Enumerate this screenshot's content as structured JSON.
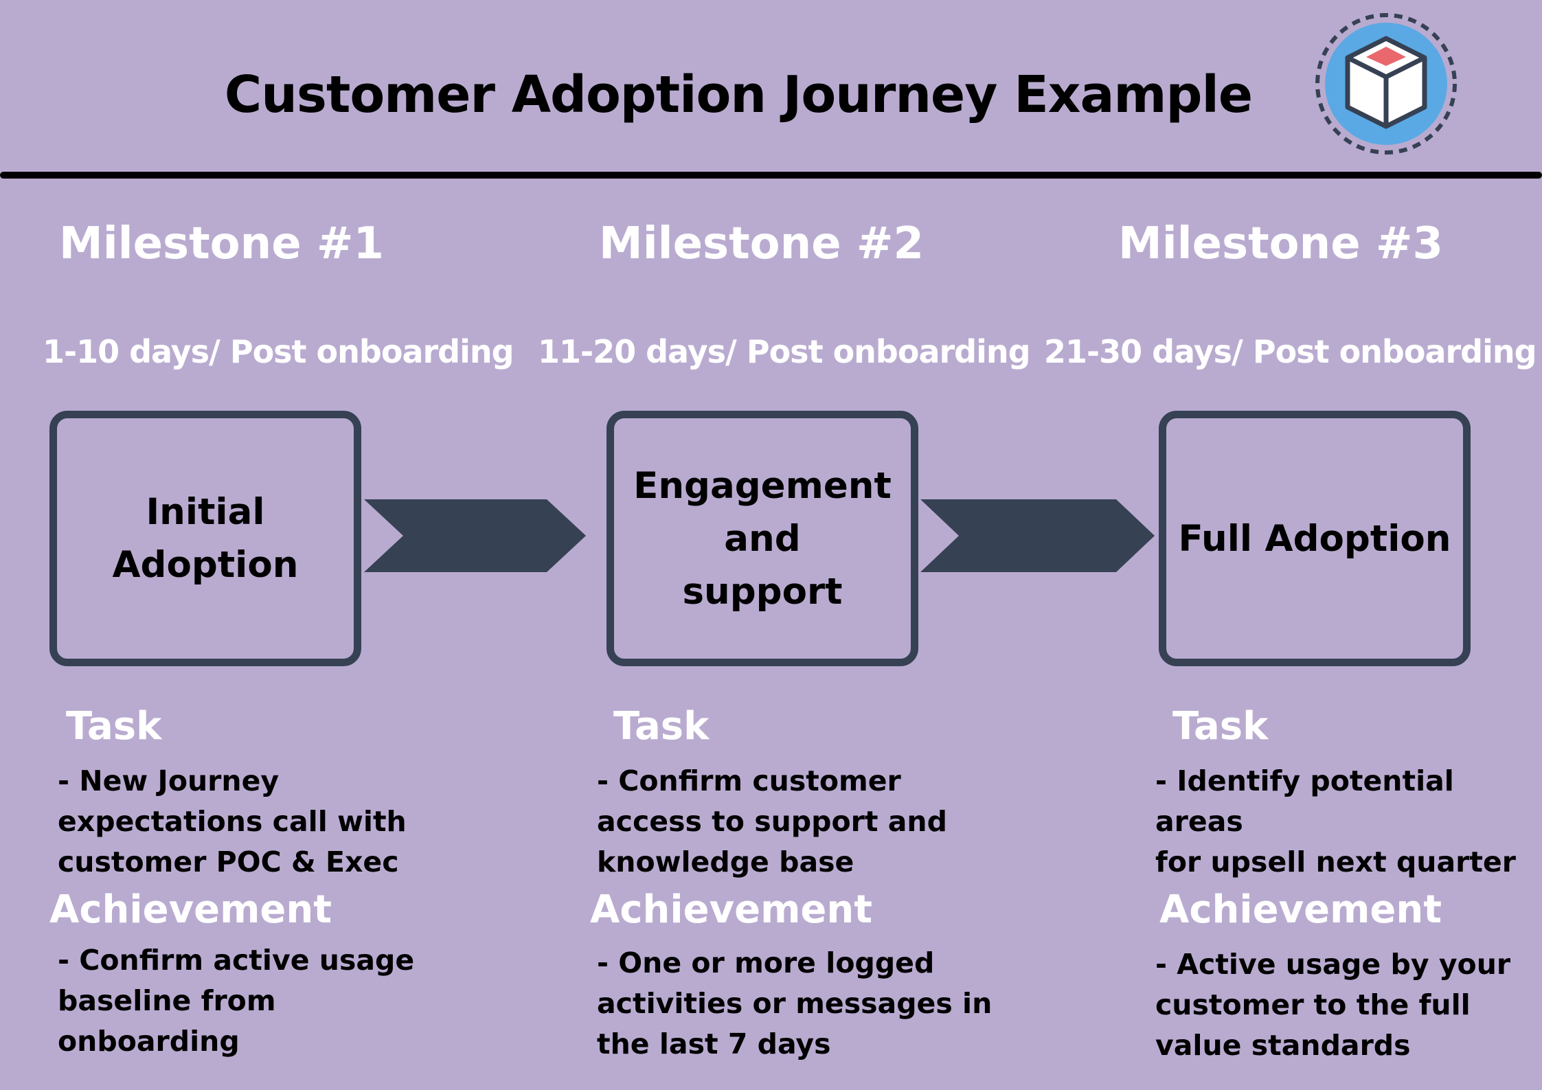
{
  "header": {
    "title": "Customer Adoption Journey Example",
    "logo_icon": "cube-box-icon"
  },
  "colors": {
    "background": "#b9abd0",
    "dark": "#364154",
    "logo_circle": "#5aa9e4",
    "logo_accent": "#e8686e",
    "heading_text": "#ffffff",
    "body_text": "#000000"
  },
  "milestones": [
    {
      "label": "Milestone #1",
      "timeframe": "1-10 days/ Post onboarding",
      "stage": "Initial\nAdoption",
      "task_heading": "Task",
      "task": "- New Journey\nexpectations call with\n customer POC & Exec",
      "achievement_heading": "Achievement",
      "achievement": "- Confirm active usage\nbaseline from\nonboarding"
    },
    {
      "label": "Milestone #2",
      "timeframe": "11-20 days/ Post onboarding",
      "stage": "Engagement\nand\n support",
      "task_heading": "Task",
      "task": "- Confirm customer\naccess to support and\nknowledge base",
      "achievement_heading": "Achievement",
      "achievement": "- One or more logged\nactivities or messages in\nthe last 7 days"
    },
    {
      "label": "Milestone #3",
      "timeframe": "21-30 days/ Post onboarding",
      "stage": "Full Adoption",
      "task_heading": "Task",
      "task": "- Identify potential areas\nfor upsell next quarter",
      "achievement_heading": "Achievement",
      "achievement": "- Active usage by your\ncustomer to the full\nvalue standards"
    }
  ]
}
